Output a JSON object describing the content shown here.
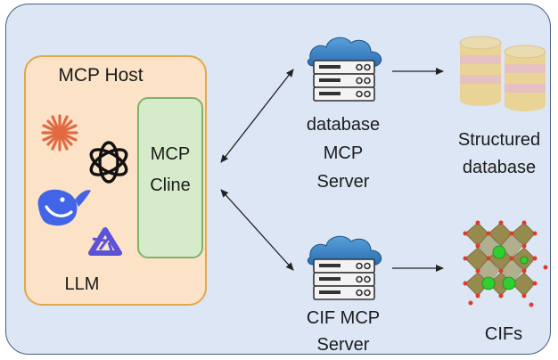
{
  "host": {
    "label": "MCP Host",
    "llm_label": "LLM"
  },
  "cline": {
    "line1": "MCP",
    "line2": "Cline"
  },
  "db_server": {
    "line1": "database",
    "line2": "MCP",
    "line3": "Server"
  },
  "cif_server": {
    "line1": "CIF MCP",
    "line2": "Server"
  },
  "db_target": {
    "line1": "Structured",
    "line2": "database"
  },
  "cif_target": {
    "label": "CIFs"
  },
  "colors": {
    "panel": "#dce6f4",
    "host": "#fce2c6",
    "cline": "#d5ebc9",
    "cloud": "#3b82c4",
    "structure_green": "#2fcf2f",
    "structure_olive": "#8a7a30"
  },
  "icons": [
    "anthropic-icon",
    "openai-icon",
    "deepseek-icon",
    "qwen-icon",
    "server-cloud-icon",
    "database-icon",
    "crystal-structure-icon"
  ]
}
